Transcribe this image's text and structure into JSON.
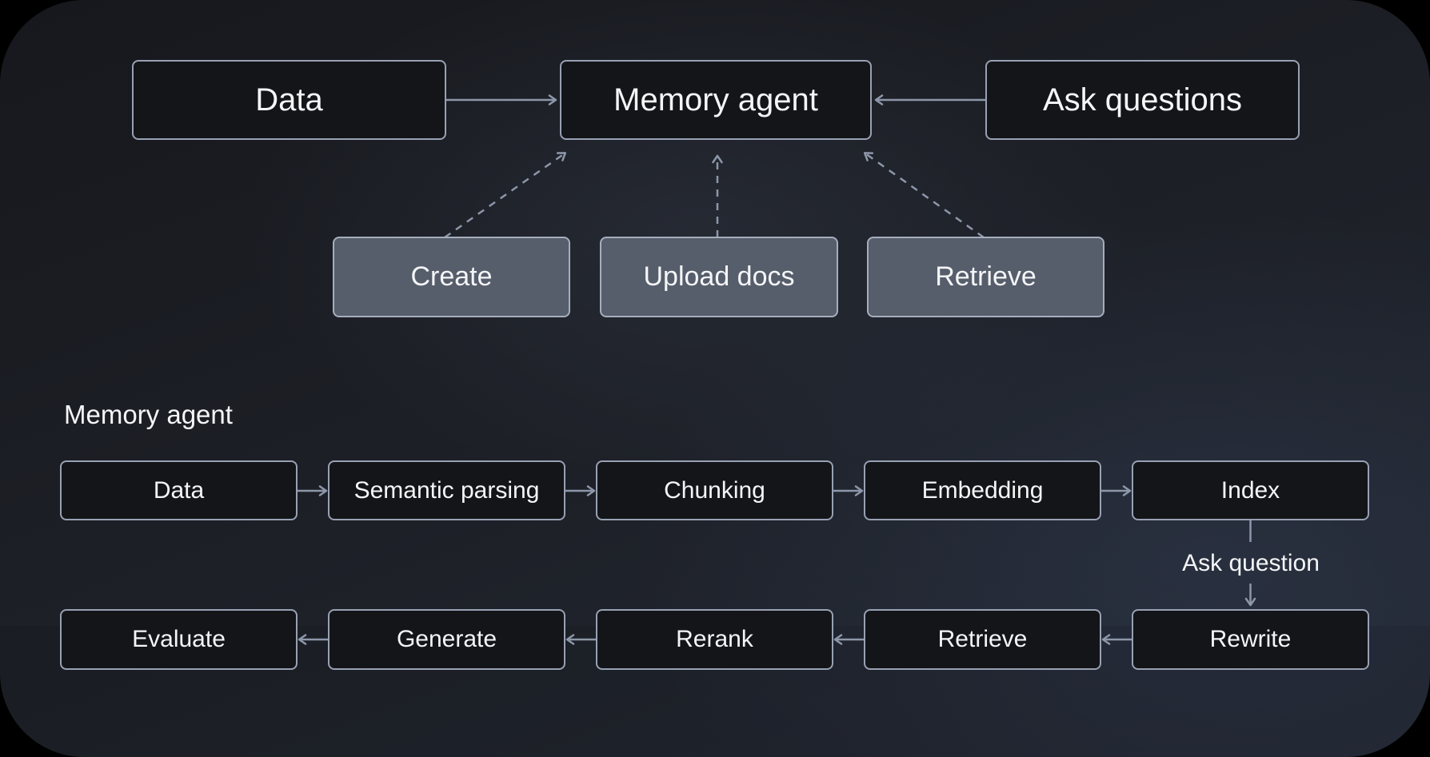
{
  "colors": {
    "page_bg": "#000000",
    "canvas_bg_top": "#17181d",
    "canvas_bg_mid": "#1d2027",
    "canvas_bg_bottom": "#232833",
    "node_dark_fill": "#141519",
    "node_dark_border": "#98a1b3",
    "node_light_fill": "#565d6b",
    "node_light_border": "#a6aebd",
    "arrow": "#8d97a9",
    "text": "#f4f5f7"
  },
  "overview": {
    "data_label": "Data",
    "memory_agent_label": "Memory agent",
    "ask_questions_label": "Ask questions",
    "actions": [
      "Create",
      "Upload docs",
      "Retrieve"
    ]
  },
  "pipeline": {
    "title": "Memory agent",
    "top_row": [
      "Data",
      "Semantic parsing",
      "Chunking",
      "Embedding",
      "Index"
    ],
    "connector_label": "Ask question",
    "bottom_row": [
      "Evaluate",
      "Generate",
      "Rerank",
      "Retrieve",
      "Rewrite"
    ]
  },
  "edges": {
    "overview": [
      {
        "from": "Data",
        "to": "Memory agent",
        "style": "solid"
      },
      {
        "from": "Ask questions",
        "to": "Memory agent",
        "style": "solid"
      },
      {
        "from": "Create",
        "to": "Memory agent",
        "style": "dashed"
      },
      {
        "from": "Upload docs",
        "to": "Memory agent",
        "style": "dashed"
      },
      {
        "from": "Retrieve",
        "to": "Memory agent",
        "style": "dashed"
      }
    ],
    "pipeline": [
      {
        "from": "Data",
        "to": "Semantic parsing",
        "style": "solid"
      },
      {
        "from": "Semantic parsing",
        "to": "Chunking",
        "style": "solid"
      },
      {
        "from": "Chunking",
        "to": "Embedding",
        "style": "solid"
      },
      {
        "from": "Embedding",
        "to": "Index",
        "style": "solid"
      },
      {
        "from": "Index",
        "to": "Rewrite",
        "style": "solid",
        "label": "Ask question"
      },
      {
        "from": "Rewrite",
        "to": "Retrieve",
        "style": "solid"
      },
      {
        "from": "Retrieve",
        "to": "Rerank",
        "style": "solid"
      },
      {
        "from": "Rerank",
        "to": "Generate",
        "style": "solid"
      },
      {
        "from": "Generate",
        "to": "Evaluate",
        "style": "solid"
      }
    ]
  }
}
